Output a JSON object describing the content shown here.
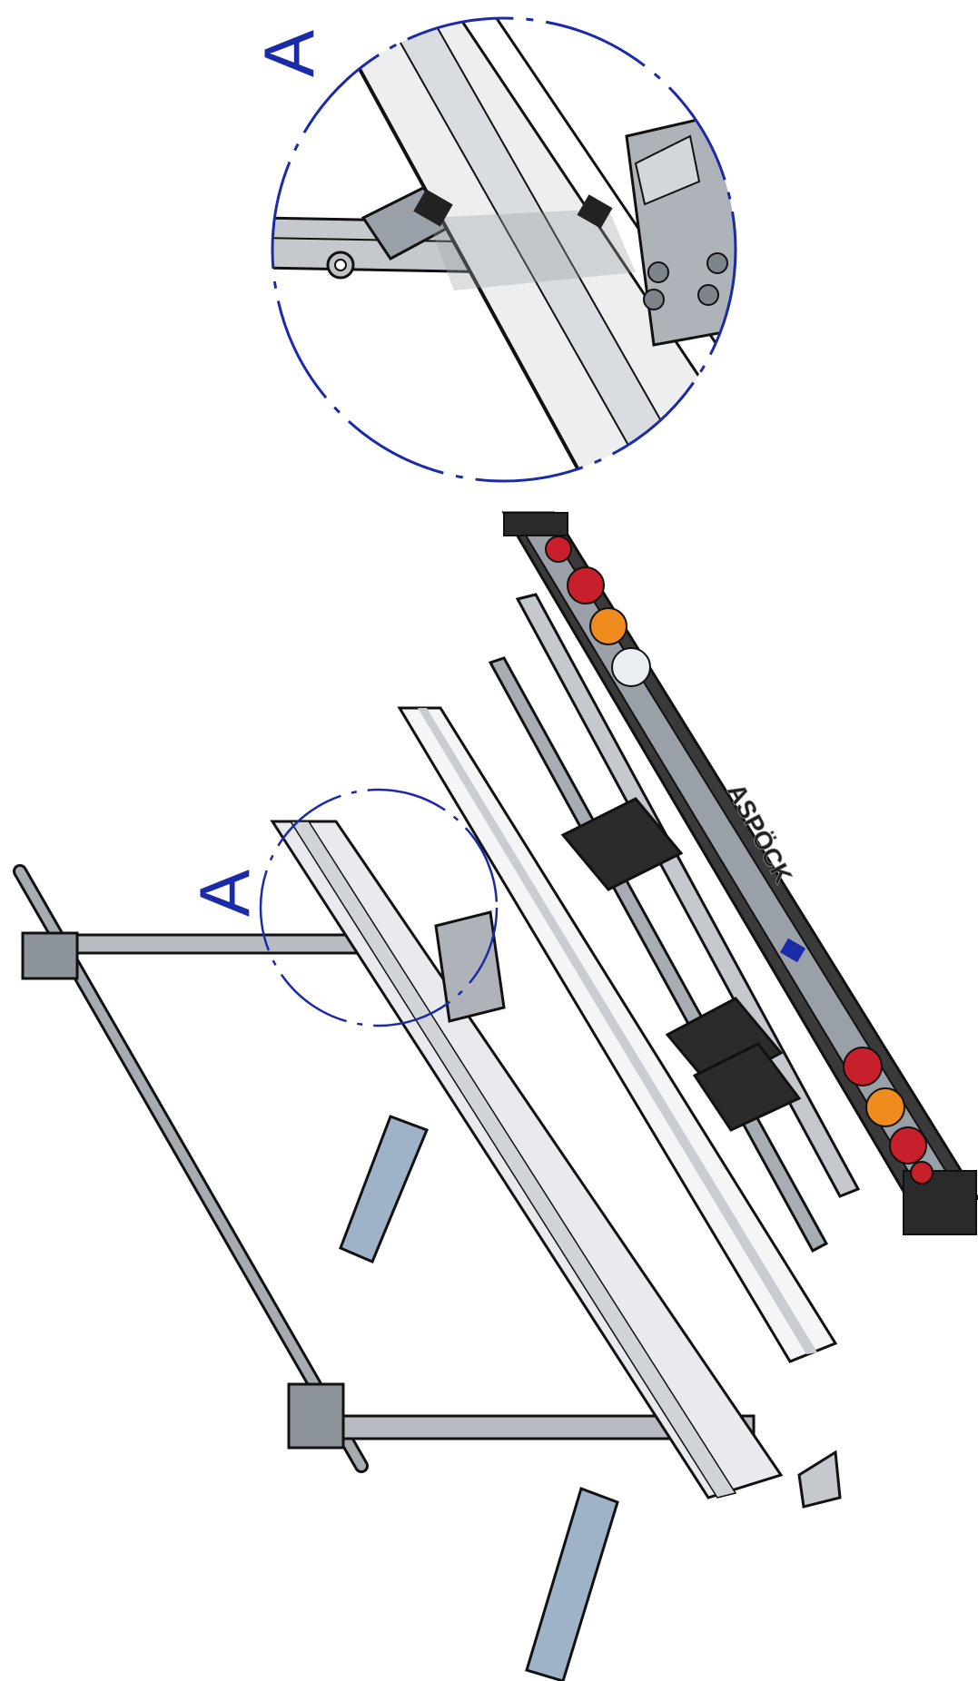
{
  "detail_callout": {
    "label": "A",
    "color": "#1a2aa8"
  },
  "main_view": {
    "callout_label": "A"
  },
  "light_bar": {
    "brand_text": "ASPÖCK",
    "lamp_colors": {
      "red": "#c8202a",
      "amber": "#f08c1e",
      "clear": "#e8eef2",
      "housing": "#3a3a3a"
    }
  },
  "colors": {
    "outline": "#111111",
    "metal": "#b8bcc2",
    "metal_dark": "#8e949c",
    "beam_light": "#eef0f2",
    "leg_blue": "#9fb3c8"
  }
}
